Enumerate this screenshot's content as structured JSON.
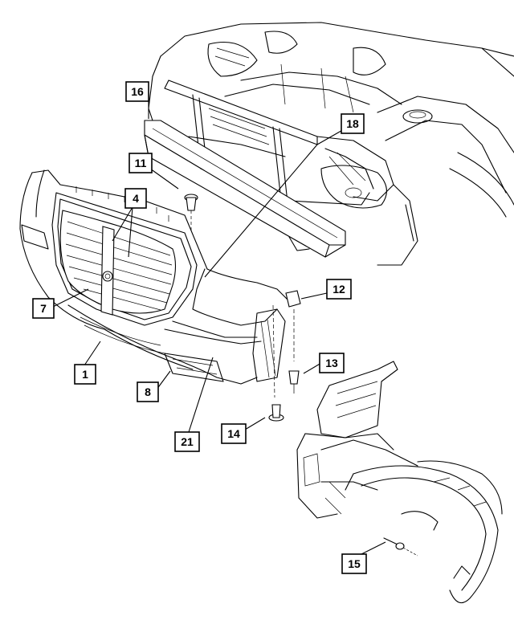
{
  "diagram": {
    "callouts": [
      {
        "id": "c16",
        "label": "16"
      },
      {
        "id": "c18",
        "label": "18"
      },
      {
        "id": "c11",
        "label": "11"
      },
      {
        "id": "c4",
        "label": "4"
      },
      {
        "id": "c7",
        "label": "7"
      },
      {
        "id": "c12",
        "label": "12"
      },
      {
        "id": "c1",
        "label": "1"
      },
      {
        "id": "c13",
        "label": "13"
      },
      {
        "id": "c8",
        "label": "8"
      },
      {
        "id": "c14",
        "label": "14"
      },
      {
        "id": "c21",
        "label": "21"
      },
      {
        "id": "c15",
        "label": "15"
      }
    ]
  }
}
